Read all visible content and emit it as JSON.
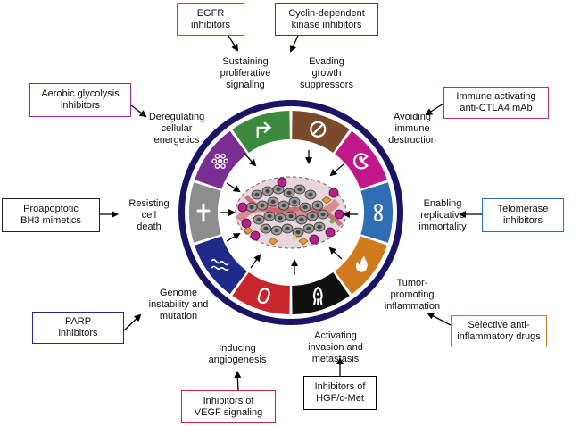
{
  "colors": {
    "ring": "#1b1464",
    "green": "#3b8a3e",
    "brown": "#7a4a2a",
    "magenta": "#c0188a",
    "blue": "#2f6db5",
    "orange": "#d07a1e",
    "black": "#111111",
    "red": "#c8252c",
    "navy": "#1f2a8a",
    "gray": "#8d8d8d",
    "purple": "#7a2d93",
    "box_green": "#3c8a3c",
    "box_brown": "#6b3e24",
    "box_magenta": "#a8308f",
    "box_blue": "#2f6db5",
    "box_orange": "#c8782a",
    "box_black": "#000000",
    "box_red": "#c8252c",
    "box_navy": "#1f2a8a",
    "box_gray": "#222222",
    "box_purple": "#8a2f93"
  },
  "segments": [
    {
      "name": "segment-sustaining-proliferative-signaling",
      "color": "green",
      "icon": "bent-arrow-icon"
    },
    {
      "name": "segment-evading-growth-suppressors",
      "color": "brown",
      "icon": "prohibition-icon"
    },
    {
      "name": "segment-avoiding-immune-destruction",
      "color": "magenta",
      "icon": "pacman-icon"
    },
    {
      "name": "segment-enabling-replicative-immortality",
      "color": "blue",
      "icon": "infinity-icon"
    },
    {
      "name": "segment-tumor-promoting-inflammation",
      "color": "orange",
      "icon": "flame-icon"
    },
    {
      "name": "segment-activating-invasion-and-metastasis",
      "color": "black",
      "icon": "squid-icon"
    },
    {
      "name": "segment-inducing-angiogenesis",
      "color": "red",
      "icon": "vessel-icon"
    },
    {
      "name": "segment-genome-instability-and-mutation",
      "color": "navy",
      "icon": "chromosome-icon"
    },
    {
      "name": "segment-resisting-cell-death",
      "color": "gray",
      "icon": "cross-icon"
    },
    {
      "name": "segment-deregulating-cellular-energetics",
      "color": "purple",
      "icon": "atom-icon"
    }
  ],
  "hallmarks": {
    "proliferative": "Sustaining\nproliferative\nsignaling",
    "suppressors": "Evading\ngrowth\nsuppressors",
    "immune": "Avoiding\nimmune\ndestruction",
    "immortality": "Enabling\nreplicative\nimmortality",
    "inflammation": "Tumor-\npromoting\ninflammation",
    "metastasis": "Activating\ninvasion and\nmetastasis",
    "angiogenesis": "Inducing\nangiogenesis",
    "genome": "Genome\ninstability and\nmutation",
    "cell_death": "Resisting\ncell\ndeath",
    "energetics": "Deregulating\ncellular\nenergetics"
  },
  "therapies": {
    "egfr": "EGFR\ninhibitors",
    "cdk": "Cyclin-dependent\nkinase inhibitors",
    "ctla4": "Immune activating\nanti-CTLA4 mAb",
    "telomerase": "Telomerase\ninhibitors",
    "antiinflammatory": "Selective anti-\ninflammatory drugs",
    "hgf": "Inhibitors of\nHGF/c-Met",
    "vegf": "Inhibitors of\nVEGF signaling",
    "parp": "PARP\ninhibitors",
    "bh3": "Proapoptotic\nBH3 mimetics",
    "glycolysis": "Aerobic glycolysis\ninhibitors"
  }
}
